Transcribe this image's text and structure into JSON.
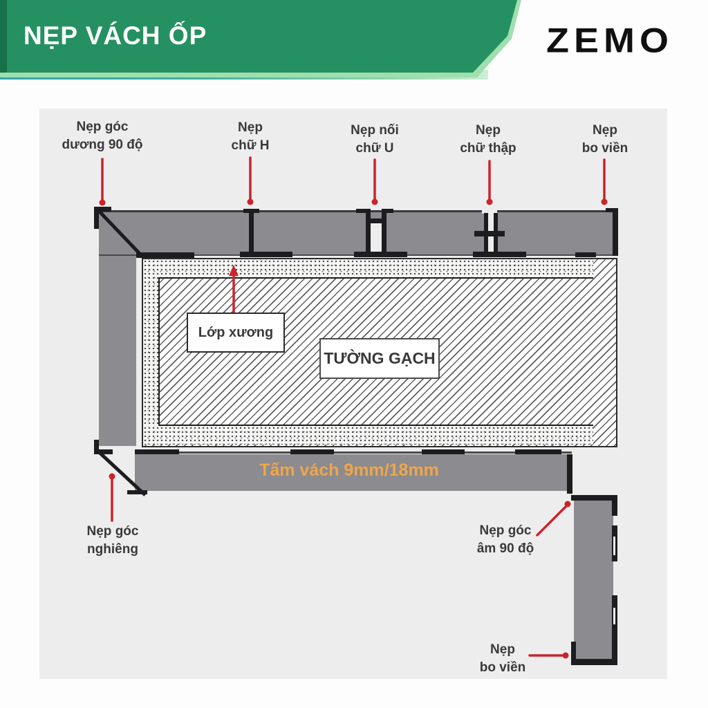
{
  "header": {
    "title": "NẸP VÁCH ỐP",
    "brand": "ZEMO"
  },
  "diagram": {
    "panel_label": "Tấm vách 9mm/18mm",
    "boxes": {
      "frame_layer": "Lớp xương",
      "brick_wall": "TƯỜNG GẠCH"
    },
    "callouts": {
      "corner_positive": {
        "line1": "Nẹp góc",
        "line2": "dương 90 độ"
      },
      "h_profile": {
        "line1": "Nẹp",
        "line2": "chữ H"
      },
      "u_connector": {
        "line1": "Nẹp nối",
        "line2": "chữ U"
      },
      "cross_profile": {
        "line1": "Nẹp",
        "line2": "chữ thập"
      },
      "edge_trim_top": {
        "line1": "Nẹp",
        "line2": "bo viền"
      },
      "angled_corner": {
        "line1": "Nẹp góc",
        "line2": "nghiêng"
      },
      "corner_negative": {
        "line1": "Nẹp góc",
        "line2": "âm 90 độ"
      },
      "edge_trim_bottom": {
        "line1": "Nẹp",
        "line2": "bo viền"
      }
    },
    "colors": {
      "banner_green": "#259061",
      "banner_green_dark": "#17714b",
      "banner_edge_light": "#9fdfae",
      "accent_teal": "#35a3b0",
      "panel_gray": "#8b8b90",
      "callout_red": "#cb2329",
      "panel_label_orange": "#efa64a",
      "canvas_bg": "#ededee",
      "line_black": "#1d1d1f"
    }
  }
}
